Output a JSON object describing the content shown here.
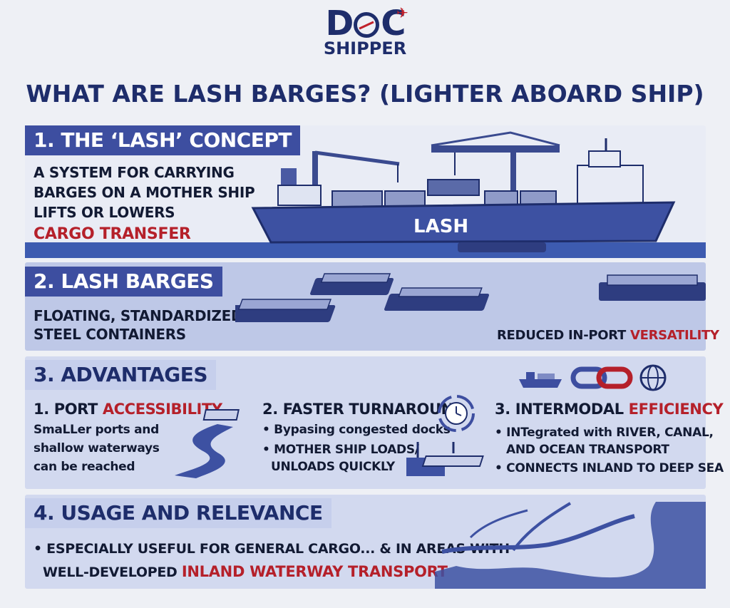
{
  "logo": {
    "line1a": "D",
    "line1b": "C",
    "line2": "SHIPPER"
  },
  "title": "WHAT ARE LASH BARGES? (LIGHTER ABOARD SHIP)",
  "sections": {
    "concept": {
      "heading": "1. THE ‘LASH’ CONCEPT",
      "line1": "A SYSTEM FOR CARRYING",
      "line2": "BARGES ON A MOTHER SHIP",
      "line3": "LIFTS OR LOWERS",
      "line4": "CARGO TRANSFER",
      "ship_label": "LASH"
    },
    "barges": {
      "heading": "2. LASH BARGES",
      "line1": "FLOATING, STANDARDIZED",
      "line2": "STEEL CONTAINERS",
      "note_plain": "REDUCED IN-PORT ",
      "note_red": "VERSATILITY"
    },
    "advantages": {
      "heading": "3. ADVANTAGES",
      "a1": {
        "title_plain": "1. PORT ",
        "title_red": "ACCESSIBILITY",
        "l1": "SmaLLer ports and",
        "l2": "shallow waterways",
        "l3": "can be reached"
      },
      "a2": {
        "title": "2. FASTER TURNAROUND",
        "l1": "• Bypasing congested docks",
        "l2": "• MOTHER SHIP LOADS/",
        "l3": "UNLOADS QUICKLY"
      },
      "a3": {
        "title_plain": "3. INTERMODAL ",
        "title_red": "EFFICIENCY",
        "l1": "• INTegrated with RIVER, CANAL,",
        "l2": "AND OCEAN TRANSPORT",
        "l3": "• CONNECTS INLAND TO DEEP SEA"
      }
    },
    "usage": {
      "heading": "4. USAGE AND RELEVANCE",
      "l1": "• ESPECIALLY USEFUL FOR GENERAL CARGO... & IN AREAS WITH",
      "l2_plain": "WELL-DEVELOPED ",
      "l2_red": "INLAND WATERWAY TRANSPORT"
    }
  },
  "icons": [
    "airplane-icon",
    "ship-icon",
    "chain-link-icon",
    "globe-icon",
    "clock-icon",
    "barge-icon",
    "river-icon",
    "dock-icon",
    "map-icon",
    "crane-icon"
  ],
  "colors": {
    "navy": "#1e2d6b",
    "header": "#3d4ea0",
    "red": "#b5202a",
    "ship": "#3d51a2"
  }
}
